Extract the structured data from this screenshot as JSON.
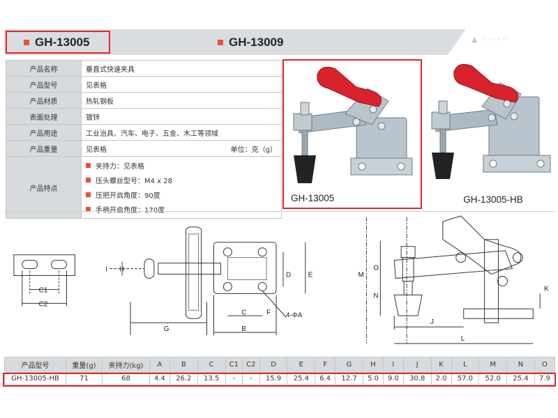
{
  "tabs": [
    {
      "label": "GH-13005",
      "active": true
    },
    {
      "label": "GH-13009",
      "active": false
    }
  ],
  "spec": {
    "name_label": "产品名称",
    "name_value": "垂直式快速夹具",
    "model_label": "产品型号",
    "model_value": "见表格",
    "material_label": "产品材质",
    "material_value": "热轧钢板",
    "surface_label": "表面处理",
    "surface_value": "镀锌",
    "use_label": "产品用途",
    "use_value": "工业治具、汽车、电子、五金、木工等领域",
    "weight_label": "产品重量",
    "weight_value": "见表格",
    "unit_text": "单位：克（g）",
    "features_label": "产品特点",
    "features": [
      "夹持力：见表格",
      "压头螺丝型号：M4 x 28",
      "压把开启角度：90度",
      "手柄开启角度：170度"
    ]
  },
  "photos": [
    {
      "caption": "GH-13005"
    },
    {
      "caption": "GH-13005-HB"
    }
  ],
  "drawing_labels": {
    "c1": "C1",
    "c2": "C2",
    "h": "H",
    "i": "I",
    "g": "G",
    "c": "C",
    "b": "B",
    "f": "F",
    "d": "D",
    "e": "E",
    "hole": "4-ΦA",
    "m": "M",
    "o": "O",
    "n": "N",
    "j": "J",
    "l": "L",
    "k": "K"
  },
  "table": {
    "headers": [
      "产品型号",
      "重量(g)",
      "夹持力(kg)",
      "A",
      "B",
      "C",
      "C1",
      "C2",
      "D",
      "E",
      "F",
      "G",
      "H",
      "I",
      "J",
      "K",
      "L",
      "M",
      "N",
      "O"
    ],
    "rows": [
      [
        "GH-13005-HB",
        "71",
        "68",
        "4.4",
        "26.2",
        "13.5",
        "-",
        "-",
        "15.9",
        "25.4",
        "6.4",
        "12.7",
        "5.0",
        "9.0",
        "30.8",
        "2.0",
        "57.0",
        "52.0",
        "25.4",
        "7.9"
      ]
    ]
  },
  "colors": {
    "accent": "#e0262c",
    "bullet": "#e8503a",
    "header_gray": "#d8dbdd"
  }
}
